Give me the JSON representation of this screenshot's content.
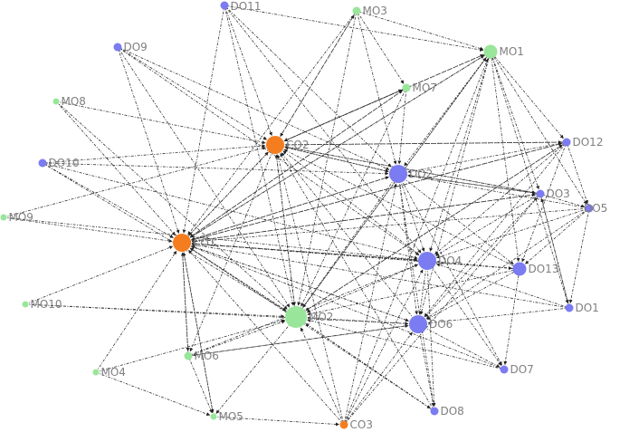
{
  "colors": {
    "co_fill": "#f47d20",
    "do_fill": "#7b7bf2",
    "mo_fill": "#99e69a",
    "edge": "#333333",
    "label": "#7f7f7f"
  },
  "nodes": [
    {
      "id": "CO1",
      "label": "CO1",
      "group": "co",
      "weight": 3
    },
    {
      "id": "CO2",
      "label": "CO2",
      "group": "co",
      "weight": 3
    },
    {
      "id": "CO3",
      "label": "CO3",
      "group": "co",
      "weight": 1
    },
    {
      "id": "DO1",
      "label": "DO1",
      "group": "do",
      "weight": 1
    },
    {
      "id": "DO2",
      "label": "DO2",
      "group": "do",
      "weight": 3
    },
    {
      "id": "DO3",
      "label": "DO3",
      "group": "do",
      "weight": 1
    },
    {
      "id": "DO4",
      "label": "DO4",
      "group": "do",
      "weight": 3
    },
    {
      "id": "DO5",
      "label": "DO5",
      "group": "do",
      "weight": 1
    },
    {
      "id": "DO6",
      "label": "DO6",
      "group": "do",
      "weight": 3
    },
    {
      "id": "DO7",
      "label": "DO7",
      "group": "do",
      "weight": 1
    },
    {
      "id": "DO8",
      "label": "DO8",
      "group": "do",
      "weight": 1
    },
    {
      "id": "DO9",
      "label": "DO9",
      "group": "do",
      "weight": 1
    },
    {
      "id": "DO10",
      "label": "DO10",
      "group": "do",
      "weight": 1
    },
    {
      "id": "DO11",
      "label": "DO11",
      "group": "do",
      "weight": 1
    },
    {
      "id": "DO12",
      "label": "DO12",
      "group": "do",
      "weight": 1
    },
    {
      "id": "DO13",
      "label": "DO13",
      "group": "do",
      "weight": 2
    },
    {
      "id": "MO1",
      "label": "MO1",
      "group": "mo",
      "weight": 2
    },
    {
      "id": "MO2",
      "label": "MO2",
      "group": "mo",
      "weight": 4
    },
    {
      "id": "MO3",
      "label": "MO3",
      "group": "mo",
      "weight": 1
    },
    {
      "id": "MO4",
      "label": "MO4",
      "group": "mo",
      "weight": 0
    },
    {
      "id": "MO5",
      "label": "MO5",
      "group": "mo",
      "weight": 0
    },
    {
      "id": "MO6",
      "label": "MO6",
      "group": "mo",
      "weight": 1
    },
    {
      "id": "MO7",
      "label": "MO7",
      "group": "mo",
      "weight": 1
    },
    {
      "id": "MO8",
      "label": "MO8",
      "group": "mo",
      "weight": 0
    },
    {
      "id": "MO9",
      "label": "MO9",
      "group": "mo",
      "weight": 0
    },
    {
      "id": "MO10",
      "label": "MO10",
      "group": "mo",
      "weight": 0
    }
  ],
  "edges": [
    [
      "DO11",
      "CO1"
    ],
    [
      "DO11",
      "CO2"
    ],
    [
      "DO11",
      "DO2"
    ],
    [
      "DO11",
      "MO1"
    ],
    [
      "DO11",
      "DO4"
    ],
    [
      "DO11",
      "MO2"
    ],
    [
      "MO3",
      "CO2"
    ],
    [
      "MO3",
      "MO1"
    ],
    [
      "MO3",
      "DO2"
    ],
    [
      "MO3",
      "MO7"
    ],
    [
      "MO3",
      "CO1"
    ],
    [
      "MO3",
      "MO2"
    ],
    [
      "DO9",
      "CO2"
    ],
    [
      "DO9",
      "DO2"
    ],
    [
      "DO9",
      "CO1"
    ],
    [
      "DO9",
      "MO2"
    ],
    [
      "DO9",
      "DO4"
    ],
    [
      "MO8",
      "CO1"
    ],
    [
      "MO8",
      "CO2"
    ],
    [
      "MO8",
      "MO2"
    ],
    [
      "DO10",
      "CO1"
    ],
    [
      "DO10",
      "CO2"
    ],
    [
      "DO10",
      "DO2"
    ],
    [
      "DO10",
      "MO2"
    ],
    [
      "MO9",
      "CO1"
    ],
    [
      "MO9",
      "CO2"
    ],
    [
      "MO9",
      "DO4"
    ],
    [
      "MO10",
      "CO1"
    ],
    [
      "MO10",
      "MO2"
    ],
    [
      "MO4",
      "CO1"
    ],
    [
      "MO4",
      "MO5"
    ],
    [
      "MO4",
      "MO2"
    ],
    [
      "MO5",
      "CO1"
    ],
    [
      "MO5",
      "CO3"
    ],
    [
      "MO6",
      "MO5"
    ],
    [
      "MO6",
      "CO1"
    ],
    [
      "MO6",
      "MO2"
    ],
    [
      "MO6",
      "DO6"
    ],
    [
      "MO6",
      "DO4"
    ],
    [
      "CO3",
      "MO2"
    ],
    [
      "CO3",
      "CO1"
    ],
    [
      "CO3",
      "DO6"
    ],
    [
      "CO3",
      "DO4"
    ],
    [
      "CO3",
      "DO3"
    ],
    [
      "CO3",
      "DO2"
    ],
    [
      "CO3",
      "CO2"
    ],
    [
      "CO3",
      "MO1"
    ],
    [
      "MO7",
      "CO2"
    ],
    [
      "MO7",
      "CO1"
    ],
    [
      "MO7",
      "DO2"
    ],
    [
      "MO7",
      "MO2"
    ],
    [
      "MO1",
      "CO1"
    ],
    [
      "MO1",
      "CO2"
    ],
    [
      "MO1",
      "DO2"
    ],
    [
      "MO1",
      "MO2"
    ],
    [
      "MO1",
      "DO6"
    ],
    [
      "MO1",
      "DO4"
    ],
    [
      "MO1",
      "DO13"
    ],
    [
      "MO1",
      "DO1"
    ],
    [
      "MO1",
      "DO5"
    ],
    [
      "MO1",
      "DO12"
    ],
    [
      "MO1",
      "DO3"
    ],
    [
      "DO12",
      "CO2"
    ],
    [
      "DO12",
      "CO1"
    ],
    [
      "DO12",
      "DO2"
    ],
    [
      "DO12",
      "DO4"
    ],
    [
      "DO12",
      "MO2"
    ],
    [
      "DO12",
      "DO5"
    ],
    [
      "DO12",
      "DO6"
    ],
    [
      "DO12",
      "DO13"
    ],
    [
      "DO3",
      "CO1"
    ],
    [
      "DO3",
      "CO2"
    ],
    [
      "DO3",
      "DO2"
    ],
    [
      "DO3",
      "DO4"
    ],
    [
      "DO3",
      "DO6"
    ],
    [
      "DO3",
      "DO5"
    ],
    [
      "DO3",
      "DO1"
    ],
    [
      "DO5",
      "DO2"
    ],
    [
      "DO5",
      "CO1"
    ],
    [
      "DO5",
      "DO4"
    ],
    [
      "DO5",
      "DO13"
    ],
    [
      "DO5",
      "DO1"
    ],
    [
      "DO5",
      "DO6"
    ],
    [
      "DO1",
      "DO3"
    ],
    [
      "DO1",
      "DO4"
    ],
    [
      "DO1",
      "CO1"
    ],
    [
      "DO1",
      "DO6"
    ],
    [
      "DO2",
      "CO1"
    ],
    [
      "DO2",
      "CO2"
    ],
    [
      "DO2",
      "MO2"
    ],
    [
      "DO2",
      "DO4"
    ],
    [
      "DO2",
      "DO6"
    ],
    [
      "DO2",
      "DO13"
    ],
    [
      "DO2",
      "DO3"
    ],
    [
      "DO2",
      "DO8"
    ],
    [
      "DO2",
      "DO7"
    ],
    [
      "DO4",
      "CO1"
    ],
    [
      "DO4",
      "MO2"
    ],
    [
      "DO4",
      "DO6"
    ],
    [
      "DO4",
      "DO8"
    ],
    [
      "DO4",
      "DO7"
    ],
    [
      "DO4",
      "CO2"
    ],
    [
      "DO13",
      "CO1"
    ],
    [
      "DO13",
      "DO4"
    ],
    [
      "DO13",
      "CO2"
    ],
    [
      "DO13",
      "DO6"
    ],
    [
      "DO13",
      "MO2"
    ],
    [
      "DO13",
      "DO7"
    ],
    [
      "DO6",
      "CO1"
    ],
    [
      "DO6",
      "MO2"
    ],
    [
      "DO6",
      "DO8"
    ],
    [
      "DO6",
      "DO7"
    ],
    [
      "DO6",
      "CO2"
    ],
    [
      "DO6",
      "MO6"
    ],
    [
      "DO7",
      "MO2"
    ],
    [
      "DO7",
      "CO1"
    ],
    [
      "DO8",
      "CO1"
    ],
    [
      "DO8",
      "MO2"
    ],
    [
      "DO8",
      "CO2"
    ],
    [
      "MO2",
      "CO1"
    ],
    [
      "MO2",
      "CO2"
    ],
    [
      "MO2",
      "DO8"
    ],
    [
      "MO2",
      "MO5"
    ],
    [
      "MO2",
      "MO1"
    ],
    [
      "MO2",
      "DO12"
    ],
    [
      "CO2",
      "CO1"
    ],
    [
      "CO2",
      "DO2"
    ],
    [
      "CO2",
      "DO12"
    ],
    [
      "CO2",
      "MO1"
    ],
    [
      "CO2",
      "MO6"
    ],
    [
      "CO2",
      "MO2"
    ],
    [
      "CO2",
      "DO3"
    ],
    [
      "CO1",
      "CO2"
    ],
    [
      "CO1",
      "DO2"
    ],
    [
      "CO1",
      "DO3"
    ],
    [
      "CO1",
      "DO4"
    ],
    [
      "CO1",
      "MO1"
    ],
    [
      "CO1",
      "MO6"
    ],
    [
      "CO1",
      "MO2"
    ],
    [
      "CO1",
      "MO5"
    ],
    [
      "CO1",
      "DO6"
    ],
    [
      "CO1",
      "DO13"
    ],
    [
      "CO1",
      "DO12"
    ],
    [
      "CO1",
      "MO7"
    ],
    [
      "CO2",
      "MO7"
    ],
    [
      "CO2",
      "MO3"
    ],
    [
      "MO10",
      "DO6"
    ],
    [
      "DO10",
      "DO4"
    ]
  ]
}
